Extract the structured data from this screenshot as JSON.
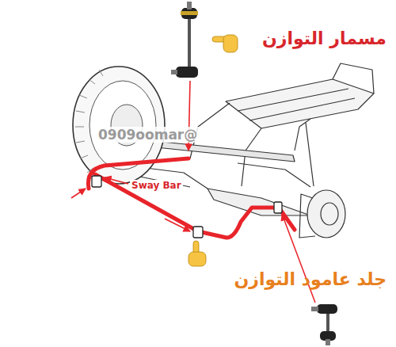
{
  "diagram": {
    "labels": [
      "مسمار التوازن",
      "0909oomar@",
      "Sway Bar",
      "جلد عامود التوازن"
    ]
  }
}
